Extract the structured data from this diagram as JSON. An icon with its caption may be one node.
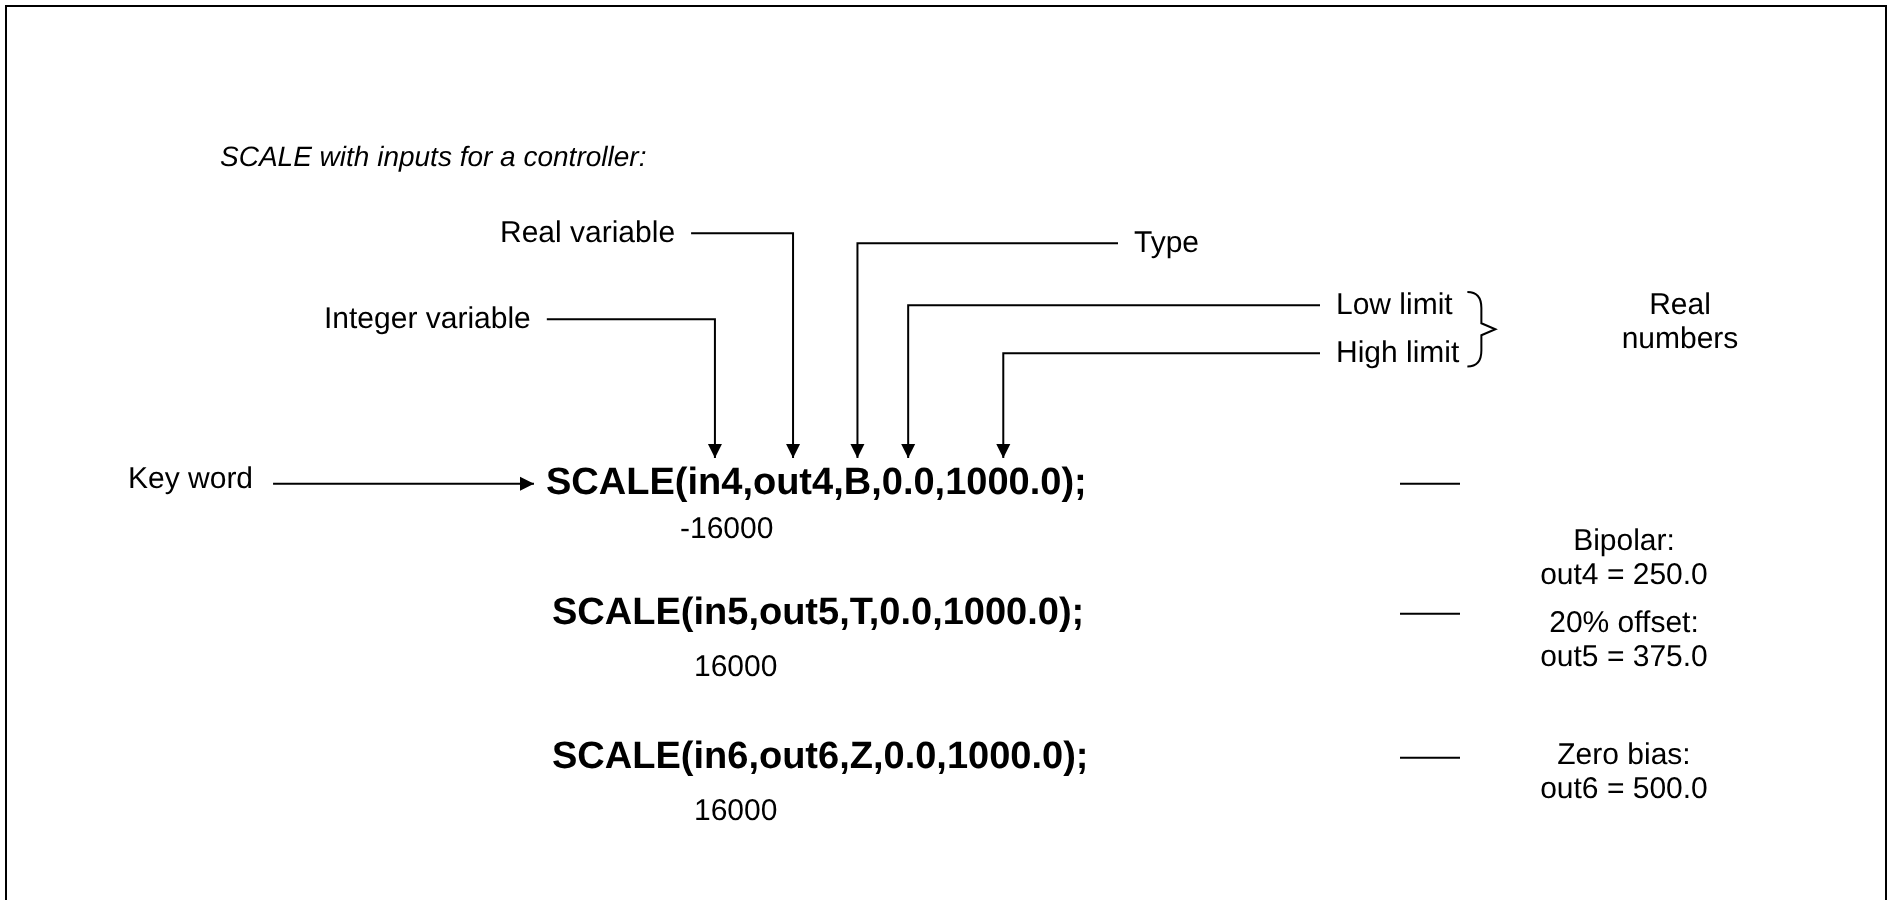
{
  "diagram": {
    "title": "SCALE with inputs for a controller:",
    "nodes": [
      {
        "text": [
          "Real variable"
        ]
      },
      {
        "text": [
          "Integer variable"
        ]
      },
      {
        "text": [
          "Type"
        ]
      },
      {
        "text": [
          "Low limit"
        ]
      },
      {
        "text": [
          "High limit"
        ]
      },
      {
        "text": [
          "Key word"
        ]
      },
      {
        "text": [
          "SCALE(in4,out4,B,0.0,1000.0);"
        ],
        "beside": [
          "-16000"
        ]
      },
      {
        "text": [
          "SCALE(in5,out5,T,0.0,1000.0);"
        ],
        "beside": [
          "16000"
        ]
      },
      {
        "text": [
          "SCALE(in6,out6,Z,0.0,1000.0);"
        ],
        "beside": [
          "16000"
        ]
      }
    ],
    "edges": [
      {
        "from": 1,
        "to": 6,
        "arrow": "to"
      },
      {
        "from": 0,
        "to": 6,
        "arrow": "to"
      },
      {
        "from": 2,
        "to": 6,
        "arrow": "to"
      },
      {
        "from": 3,
        "to": 6,
        "arrow": "to"
      },
      {
        "from": 4,
        "to": 6,
        "arrow": "to"
      },
      {
        "from": 5,
        "to": 6,
        "arrow": "to"
      }
    ],
    "labels": [
      "Real numbers",
      "Bipolar: out4 = 250.0",
      "20% offset: out5 = 375.0",
      "Zero bias: out6 = 500.0"
    ]
  }
}
